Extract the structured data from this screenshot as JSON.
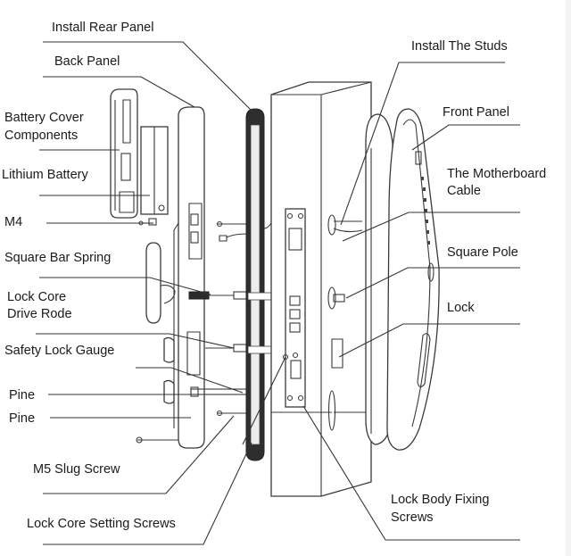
{
  "diagram": {
    "title": "Smart door lock exploded installation diagram",
    "labels": {
      "install_rear_panel": "Install Rear Panel",
      "back_panel": "Back Panel",
      "battery_cover_1": "Battery Cover",
      "battery_cover_2": "Components",
      "lithium_battery": "Lithium Battery",
      "m4": "M4",
      "square_bar_spring": "Square Bar Spring",
      "lock_core_drive_1": "Lock Core",
      "lock_core_drive_2": "Drive Rode",
      "safety_lock_gauge": "Safety Lock Gauge",
      "pine_1": "Pine",
      "pine_2": "Pine",
      "m5_slug_screw": "M5 Slug Screw",
      "lock_core_setting_screws": "Lock Core Setting Screws",
      "install_the_studs": "Install The Studs",
      "front_panel": "Front Panel",
      "motherboard_cable_1": "The  Motherboard",
      "motherboard_cable_2": "Cable",
      "square_pole": "Square Pole",
      "lock": "Lock",
      "lock_body_fixing_1": "Lock Body Fixing",
      "lock_body_fixing_2": "Screws"
    },
    "line_color": "#333333",
    "text_color": "#1a1a1a"
  }
}
